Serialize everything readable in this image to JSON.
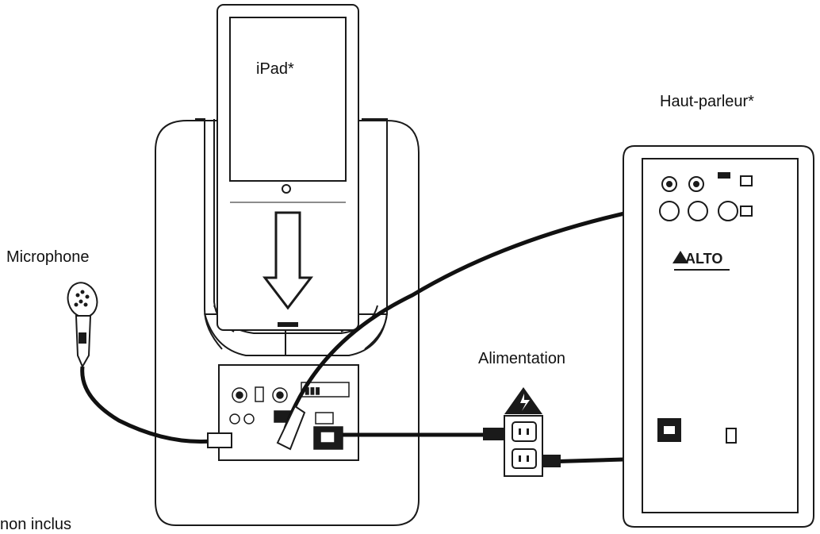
{
  "labels": {
    "ipad": "iPad*",
    "speaker": "Haut-parleur*",
    "microphone": "Microphone",
    "power": "Alimentation",
    "footnote": "non inclus"
  },
  "speaker_brand": "ALTO",
  "colors": {
    "line": "#1a1a1a",
    "fill": "#ffffff",
    "cable": "#111111"
  }
}
